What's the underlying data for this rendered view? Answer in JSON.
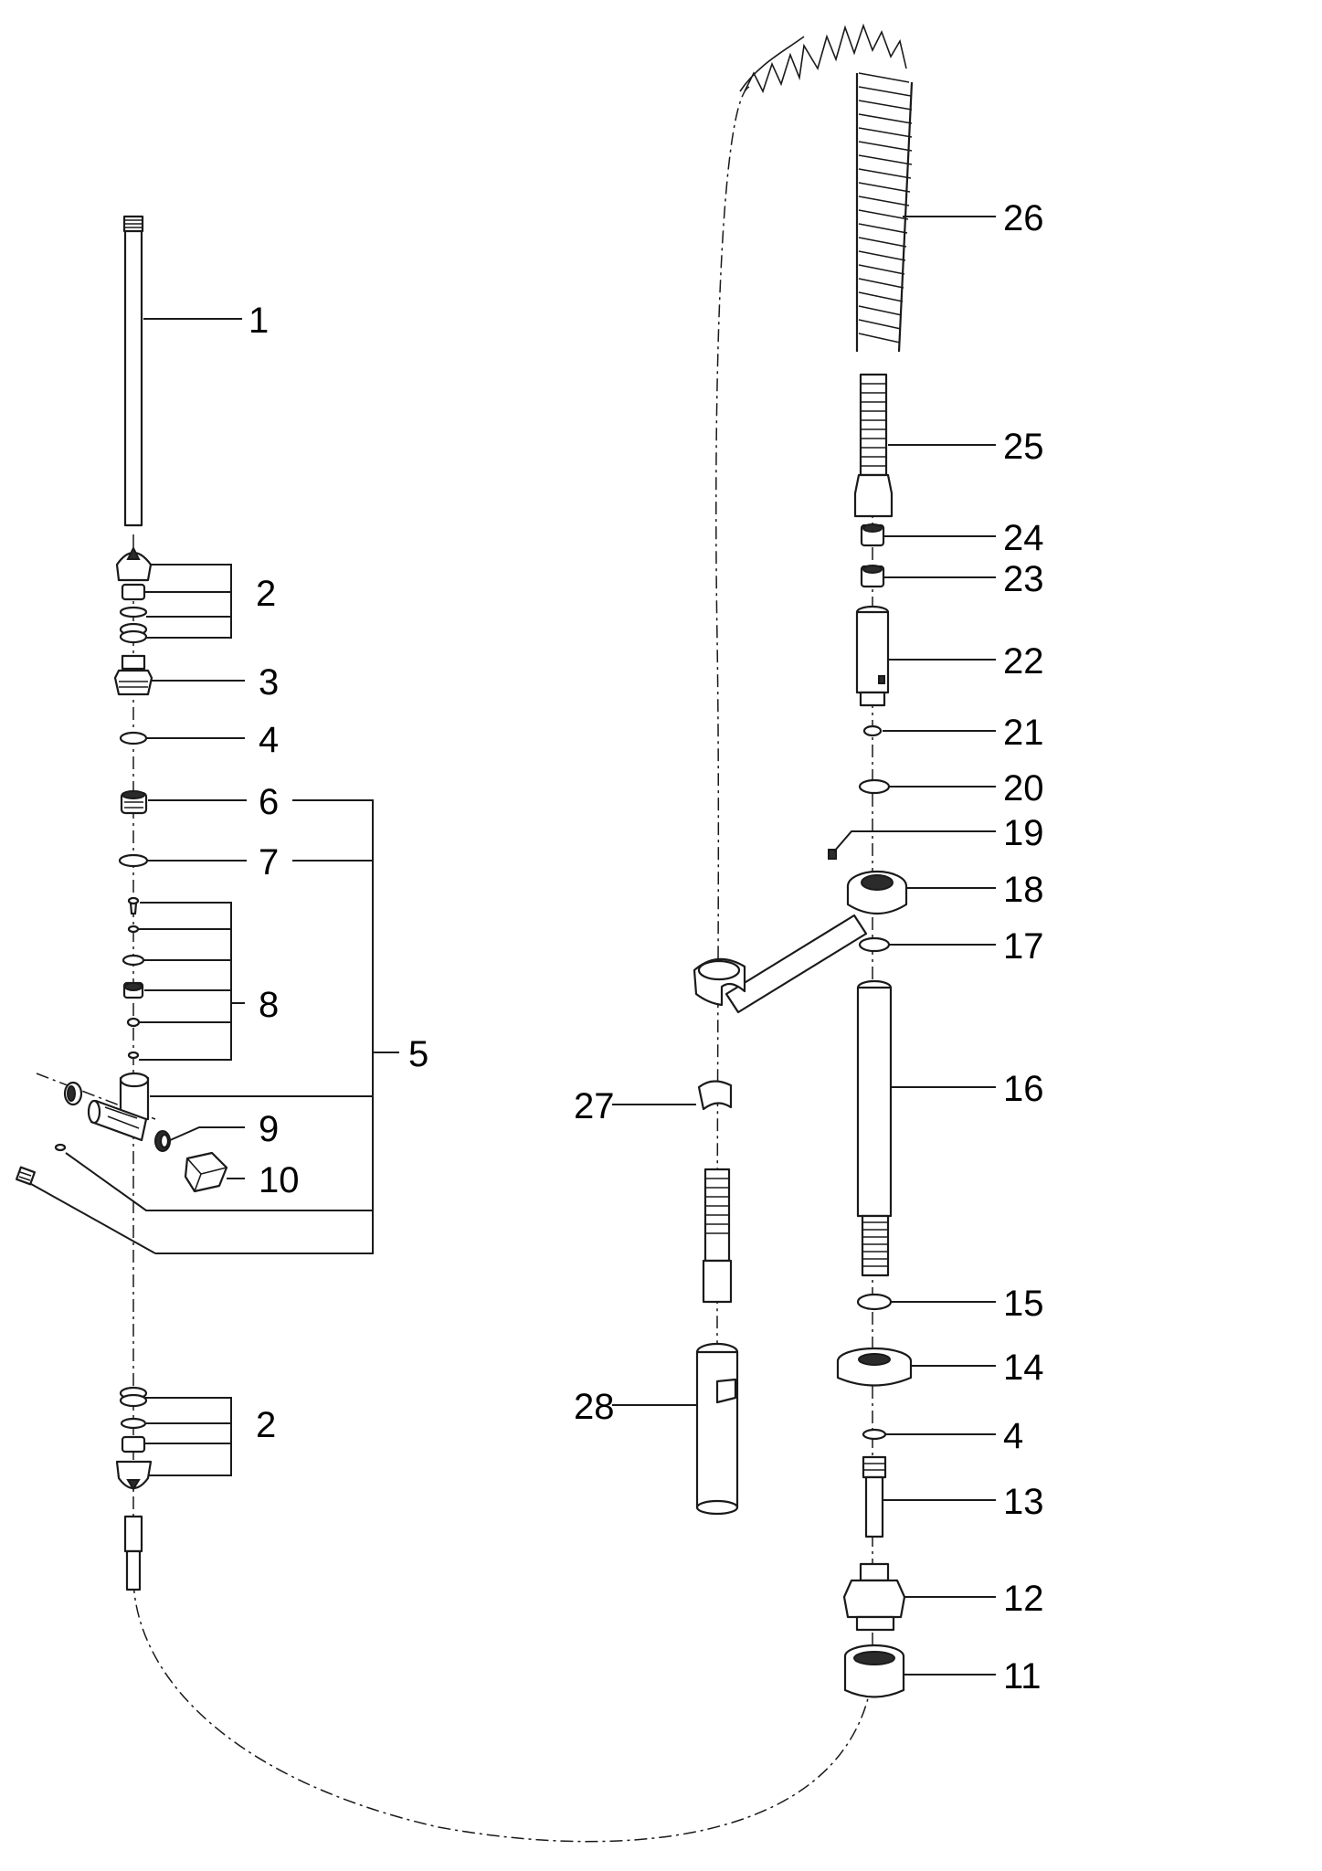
{
  "labels": [
    {
      "id": "l1",
      "text": "1"
    },
    {
      "id": "l2a",
      "text": "2"
    },
    {
      "id": "l3",
      "text": "3"
    },
    {
      "id": "l4a",
      "text": "4"
    },
    {
      "id": "l6",
      "text": "6"
    },
    {
      "id": "l7",
      "text": "7"
    },
    {
      "id": "l8",
      "text": "8"
    },
    {
      "id": "l5",
      "text": "5"
    },
    {
      "id": "l9",
      "text": "9"
    },
    {
      "id": "l10",
      "text": "10"
    },
    {
      "id": "l2b",
      "text": "2"
    },
    {
      "id": "l26",
      "text": "26"
    },
    {
      "id": "l25",
      "text": "25"
    },
    {
      "id": "l24",
      "text": "24"
    },
    {
      "id": "l23",
      "text": "23"
    },
    {
      "id": "l22",
      "text": "22"
    },
    {
      "id": "l21",
      "text": "21"
    },
    {
      "id": "l20",
      "text": "20"
    },
    {
      "id": "l19",
      "text": "19"
    },
    {
      "id": "l18",
      "text": "18"
    },
    {
      "id": "l17",
      "text": "17"
    },
    {
      "id": "l16",
      "text": "16"
    },
    {
      "id": "l27",
      "text": "27"
    },
    {
      "id": "l15",
      "text": "15"
    },
    {
      "id": "l14",
      "text": "14"
    },
    {
      "id": "l4b",
      "text": "4"
    },
    {
      "id": "l28",
      "text": "28"
    },
    {
      "id": "l13",
      "text": "13"
    },
    {
      "id": "l12",
      "text": "12"
    },
    {
      "id": "l11",
      "text": "11"
    }
  ]
}
